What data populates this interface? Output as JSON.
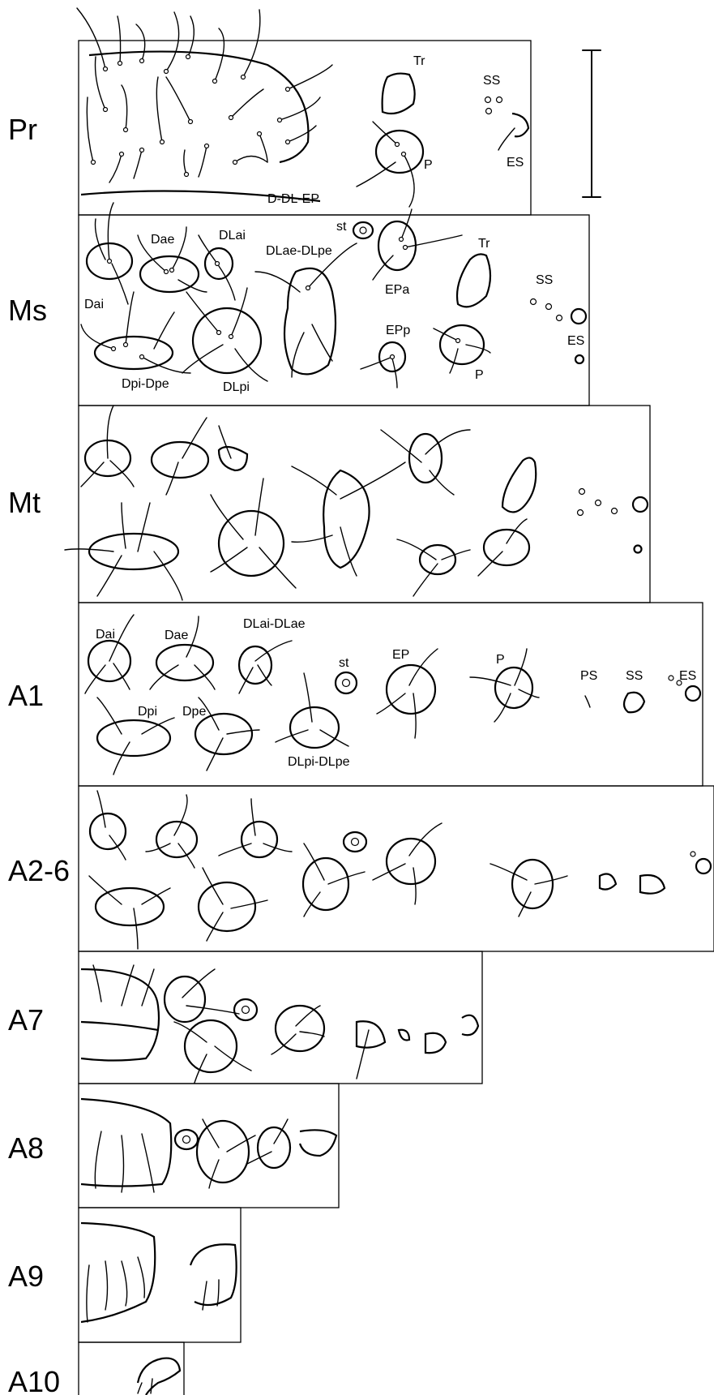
{
  "figure": {
    "segments": [
      {
        "id": "pr",
        "label": "Pr"
      },
      {
        "id": "ms",
        "label": "Ms"
      },
      {
        "id": "mt",
        "label": "Mt"
      },
      {
        "id": "a1",
        "label": "A1"
      },
      {
        "id": "a26",
        "label": "A2-6"
      },
      {
        "id": "a7",
        "label": "A7"
      },
      {
        "id": "a8",
        "label": "A8"
      },
      {
        "id": "a9",
        "label": "A9"
      },
      {
        "id": "a10",
        "label": "A10"
      }
    ],
    "pr_labels": {
      "tr": "Tr",
      "ss": "SS",
      "es": "ES",
      "p": "P",
      "ddlep": "D-DL-EP"
    },
    "ms_labels": {
      "dae": "Dae",
      "dlai": "DLai",
      "dai": "Dai",
      "dlaedlpe": "DLae-DLpe",
      "st": "st",
      "tr": "Tr",
      "ss": "SS",
      "es": "ES",
      "epa": "EPa",
      "epp": "EPp",
      "p": "P",
      "dpidpe": "Dpi-Dpe",
      "dlpi": "DLpi"
    },
    "a1_labels": {
      "dai": "Dai",
      "dae": "Dae",
      "dlaidlae": "DLai-DLae",
      "st": "st",
      "ep": "EP",
      "p": "P",
      "ps": "PS",
      "ss": "SS",
      "es": "ES",
      "dpi": "Dpi",
      "dpe": "Dpe",
      "dlpidlpe": "DLpi-DLpe"
    }
  }
}
